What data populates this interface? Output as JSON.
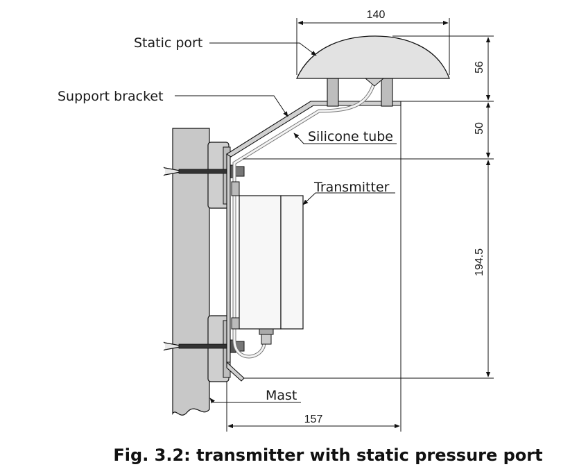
{
  "labels": {
    "static_port": "Static port",
    "support_bracket": "Support bracket",
    "silicone_tube": "Silicone tube",
    "transmitter": "Transmitter",
    "mast": "Mast"
  },
  "dimensions": {
    "port_width": "140",
    "port_height": "56",
    "bracket_offset": "50",
    "transmitter_height": "194.5",
    "horizontal_reach": "157"
  },
  "caption": "Fig. 3.2: transmitter with static pressure port",
  "colors": {
    "line": "#111111",
    "mast_fill": "#c8c8c8",
    "dome_fill": "#e2e2e2",
    "box_fill": "#f7f7f7",
    "bracket_fill": "#d0d0d0"
  }
}
